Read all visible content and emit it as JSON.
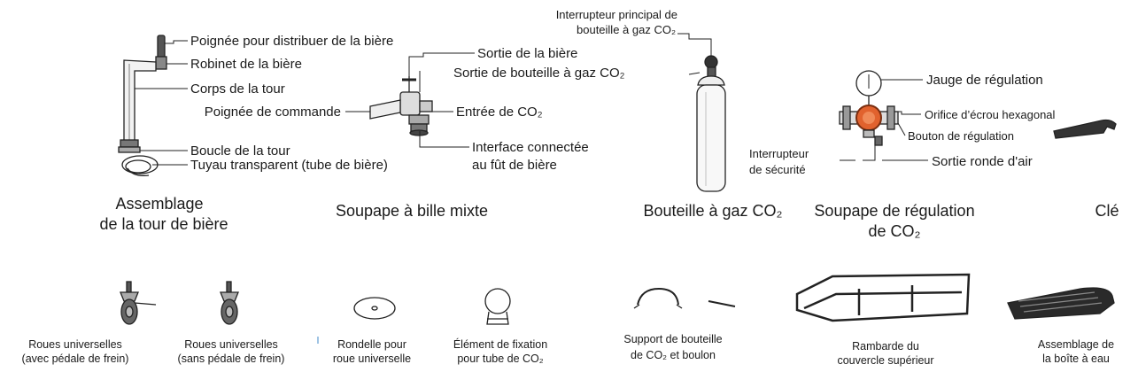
{
  "tower": {
    "labels": {
      "handle": "Poignée pour distribuer de la bière",
      "tap": "Robinet de la bière",
      "body": "Corps de la tour",
      "buckle": "Boucle de la tour",
      "hose": "Tuyau transparent (tube de bière)"
    },
    "title_line1": "Assemblage",
    "title_line2": "de la tour de bière"
  },
  "valve": {
    "labels": {
      "beer_outlet": "Sortie de la bière",
      "cylinder_outlet": "Sortie de bouteille à gaz CO₂",
      "control_handle": "Poignée de commande",
      "co2_inlet": "Entrée de CO₂",
      "interface_line1": "Interface connectée",
      "interface_line2": "au fût de bière"
    },
    "title": "Soupape à bille mixte"
  },
  "cylinder": {
    "labels": {
      "main_switch_line1": "Interrupteur principal de",
      "main_switch_line2": "bouteille à gaz CO₂"
    },
    "title": "Bouteille à gaz CO₂"
  },
  "regulator": {
    "labels": {
      "gauge": "Jauge de régulation",
      "hex_nut": "Orifice d’écrou hexagonal",
      "knob": "Bouton de régulation",
      "air_outlet": "Sortie ronde d'air",
      "safety_line1": "Interrupteur",
      "safety_line2": "de sécurité"
    },
    "title_line1": "Soupape de régulation",
    "title_line2": "de CO₂"
  },
  "wrench": {
    "title": "Clé"
  },
  "parts": {
    "caster_brake": [
      "Roues universelles",
      "(avec pédale de frein)"
    ],
    "caster_nobrake": [
      "Roues universelles",
      "(sans pédale de frein)"
    ],
    "washer": [
      "Rondelle pour",
      "roue universelle"
    ],
    "fixing": [
      "Élément de fixation",
      "pour tube de CO₂"
    ],
    "bracket": [
      "Support de bouteille",
      "de CO₂ et boulon"
    ],
    "railing": [
      "Rambarde du",
      "couvercle supérieur"
    ],
    "water_box": [
      "Assemblage de",
      "la boîte à eau"
    ]
  }
}
